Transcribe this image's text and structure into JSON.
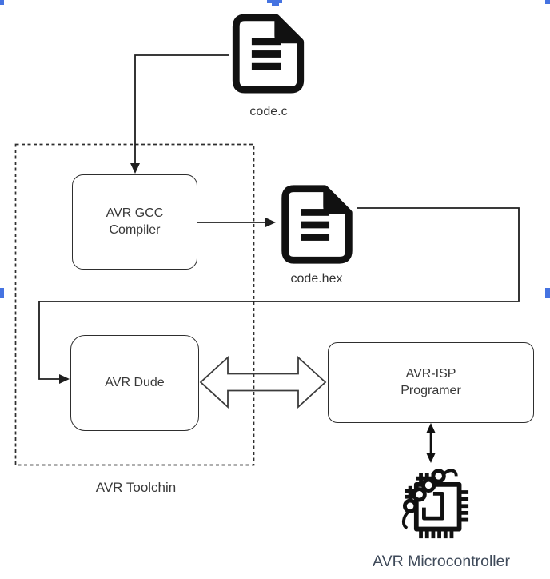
{
  "diagram": {
    "nodes": {
      "code_c": {
        "label": "code.c",
        "icon": "document-file-icon"
      },
      "compiler": {
        "label": "AVR GCC\nCompiler"
      },
      "code_hex": {
        "label": "code.hex",
        "icon": "document-file-icon"
      },
      "avr_dude": {
        "label": "AVR Dude"
      },
      "programmer": {
        "label": "AVR-ISP\nProgramer"
      },
      "microcontroller": {
        "label": "AVR Microcontroller",
        "icon": "microcontroller-chip-icon"
      }
    },
    "group": {
      "label": "AVR Toolchin",
      "style": "dashed-border"
    },
    "edges": [
      {
        "from": "code.c",
        "to": "AVR GCC Compiler",
        "style": "solid-arrow"
      },
      {
        "from": "AVR GCC Compiler",
        "to": "code.hex",
        "style": "solid-arrow"
      },
      {
        "from": "code.hex",
        "to": "AVR Dude",
        "style": "solid-arrow"
      },
      {
        "from": "AVR Dude",
        "to": "AVR-ISP Programer",
        "style": "hollow-double-arrow"
      },
      {
        "from": "AVR-ISP Programer",
        "to": "AVR Microcontroller",
        "style": "solid-double-arrow"
      }
    ],
    "colors": {
      "stroke": "#1f1f1f",
      "text": "#383838",
      "mcu_label_text": "#3f4a5a",
      "accent_blue": "#4573e1",
      "background": "#ffffff"
    }
  }
}
